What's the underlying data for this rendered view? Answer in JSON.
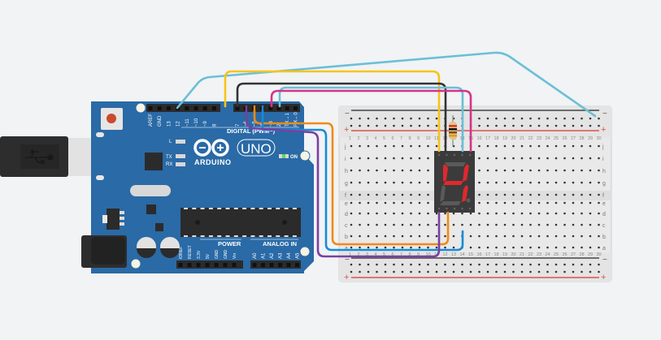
{
  "canvas": {
    "background": "#f1f3f5"
  },
  "arduino": {
    "brand": "ARDUINO",
    "model": "UNO",
    "board_color": "#2a6aa6",
    "digital_label": "DIGITAL (PWM~)",
    "power_label": "POWER",
    "analog_label": "ANALOG IN",
    "on_label": "ON",
    "led_labels": [
      "L",
      "TX",
      "RX"
    ],
    "digital_pins": [
      "AREF",
      "GND",
      "13",
      "12",
      "~11",
      "~10",
      "~9",
      "8",
      "7",
      "~6",
      "~5",
      "4",
      "~3",
      "2",
      "TX→1",
      "RX←0"
    ],
    "power_pins": [
      "IOREF",
      "RESET",
      "3.3V",
      "5V",
      "GND",
      "GND",
      "Vin"
    ],
    "analog_pins": [
      "A0",
      "A1",
      "A2",
      "A3",
      "A4",
      "A5"
    ],
    "usb_icon": "usb-icon"
  },
  "breadboard": {
    "columns": 30,
    "column_labels": [
      "1",
      "2",
      "3",
      "4",
      "5",
      "6",
      "7",
      "8",
      "9",
      "10",
      "11",
      "12",
      "13",
      "14",
      "15",
      "16",
      "17",
      "18",
      "19",
      "20",
      "21",
      "22",
      "23",
      "24",
      "25",
      "26",
      "27",
      "28",
      "29",
      "30"
    ],
    "top_rows": [
      "j",
      "i",
      "h",
      "g",
      "f"
    ],
    "bottom_rows": [
      "e",
      "d",
      "c",
      "b",
      "a"
    ],
    "rail_minus": "−",
    "rail_plus": "+",
    "minus_color": "#444444",
    "plus_color": "#d9534f"
  },
  "seven_segment": {
    "digit_shown": "4",
    "on_color": "#e0282e",
    "off_color": "#5a5a5a",
    "lit_segments": [
      "b",
      "c",
      "f",
      "g"
    ]
  },
  "resistor": {
    "bands": [
      "#d9362b",
      "#111111",
      "#8b4513",
      "#d4a017"
    ]
  },
  "wires": [
    {
      "name": "gnd-to-rail",
      "color": "#6cbfd6"
    },
    {
      "name": "pin8",
      "color": "#f5c518"
    },
    {
      "name": "pin7",
      "color": "#333333"
    },
    {
      "name": "pin2",
      "color": "#6cbfd6"
    },
    {
      "name": "pin3",
      "color": "#d6338a"
    },
    {
      "name": "pin6",
      "color": "#f08a16"
    },
    {
      "name": "pin4",
      "color": "#1a8ad6"
    },
    {
      "name": "pin5",
      "color": "#7b3fa0"
    }
  ]
}
